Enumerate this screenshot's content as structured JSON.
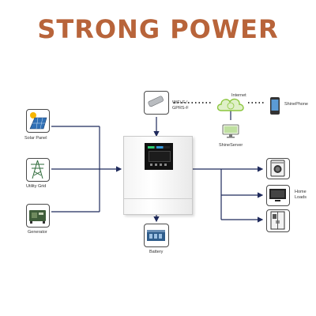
{
  "title": "STRONG POWER",
  "sources": {
    "solar": "Solar Panel",
    "grid": "Utility Grid",
    "generator": "Generator"
  },
  "wifi": "WiFi-F /\nGPRS-F",
  "internet": "Internet",
  "shine_server": "ShineServer",
  "shine_phone": "ShinePhone",
  "battery": "Battery",
  "home_loads": "Home\nLoads",
  "colors": {
    "title": "#b8643a",
    "line": "#1f2a5c",
    "cloud": "#8cc63f"
  }
}
